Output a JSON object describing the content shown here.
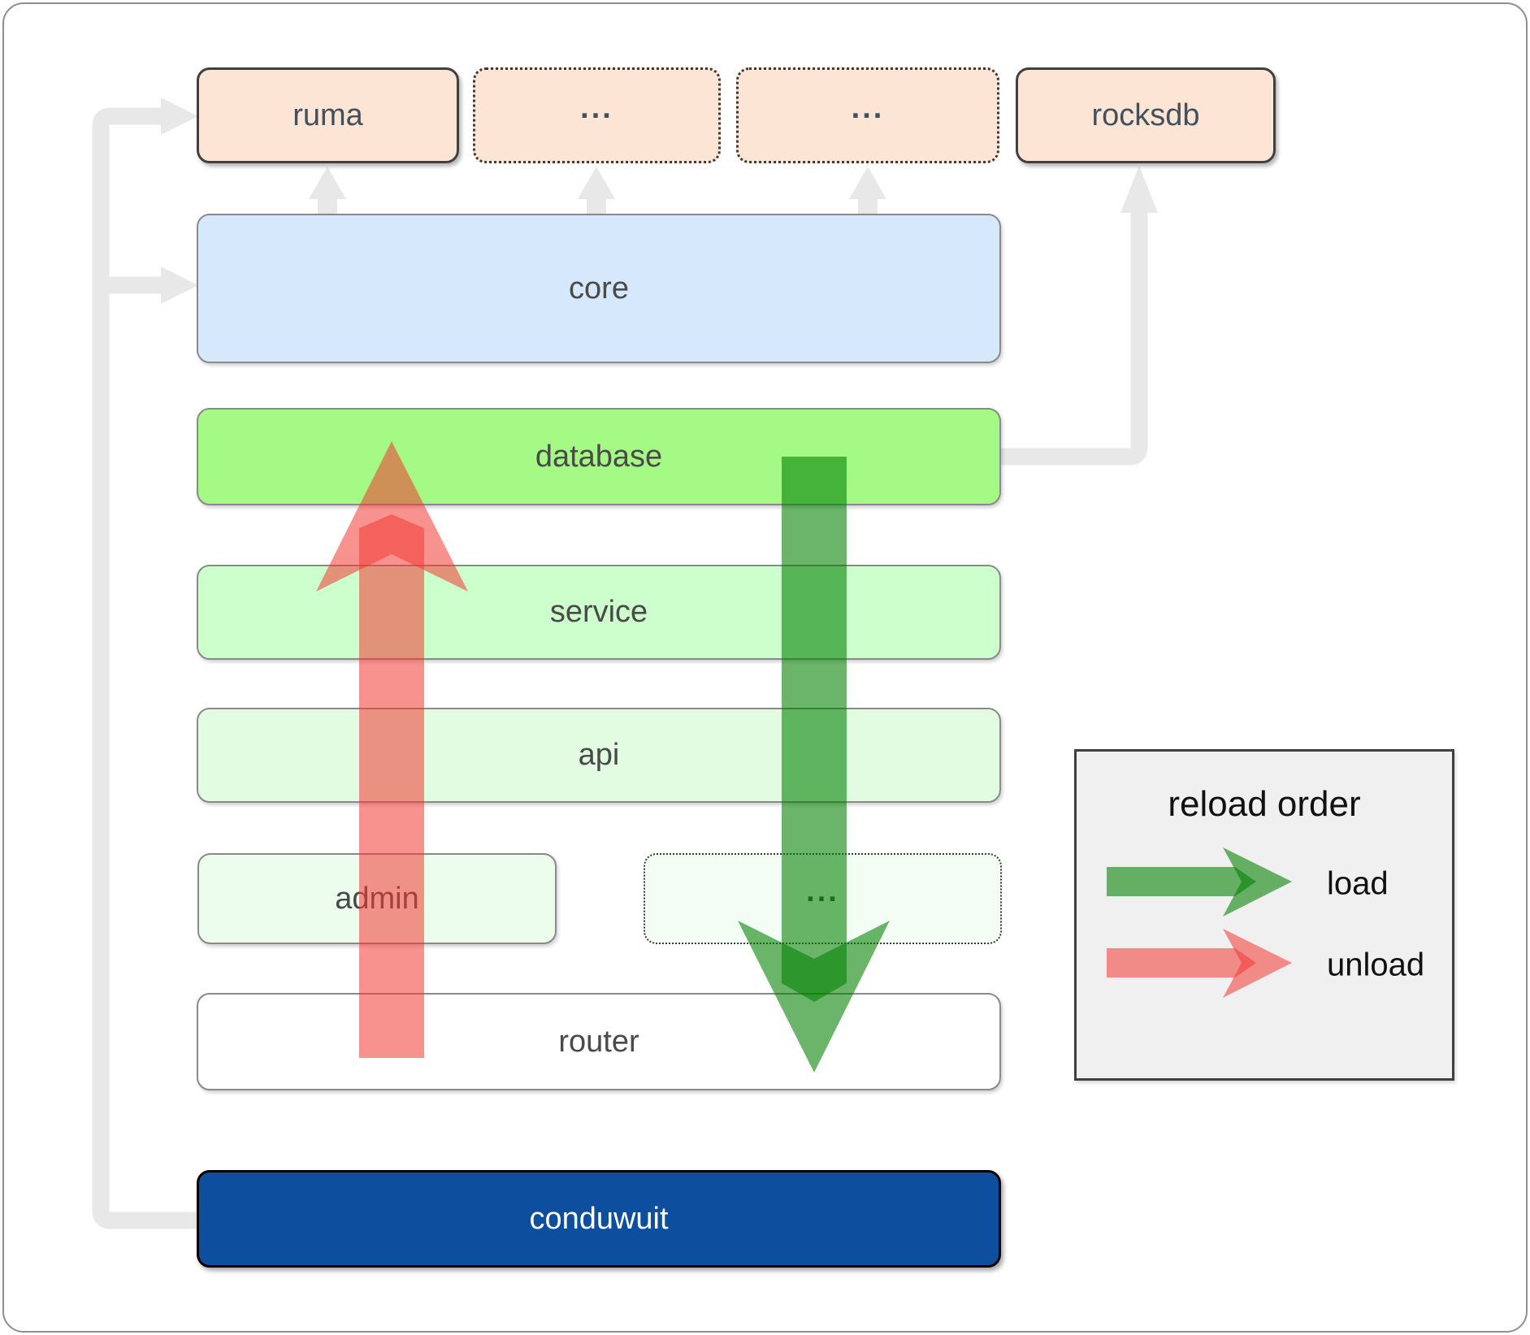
{
  "diagram": {
    "top_row": [
      {
        "label": "ruma"
      },
      {
        "label": "..."
      },
      {
        "label": "..."
      },
      {
        "label": "rocksdb"
      }
    ],
    "layers": [
      {
        "label": "core"
      },
      {
        "label": "database"
      },
      {
        "label": "service"
      },
      {
        "label": "api"
      }
    ],
    "admin_row": [
      {
        "label": "admin"
      },
      {
        "label": "..."
      }
    ],
    "router": {
      "label": "router"
    },
    "app": {
      "label": "conduwuit"
    }
  },
  "legend": {
    "title": "reload order",
    "items": [
      {
        "label": "load"
      },
      {
        "label": "unload"
      }
    ]
  },
  "icons": {
    "load_arrow": "green-down-arrow",
    "unload_arrow": "red-up-arrow",
    "dependency_arrows": "gray-connector-arrows"
  },
  "colors": {
    "peach": "#fce5d4",
    "core_blue": "#d6e8fb",
    "database_green": "#a5fa85",
    "service_green": "#ccffcc",
    "api_green": "#e2fce2",
    "admin_green": "#edfded",
    "admin_dots_green": "#f4fdf4",
    "conduwuit_blue": "#0d4f9e",
    "legend_bg": "#f0f0f0",
    "connector_gray": "#e8e8e8",
    "green_arrow": "rgba(0,128,0,0.58)",
    "red_arrow": "rgba(242,56,51,0.55)"
  }
}
